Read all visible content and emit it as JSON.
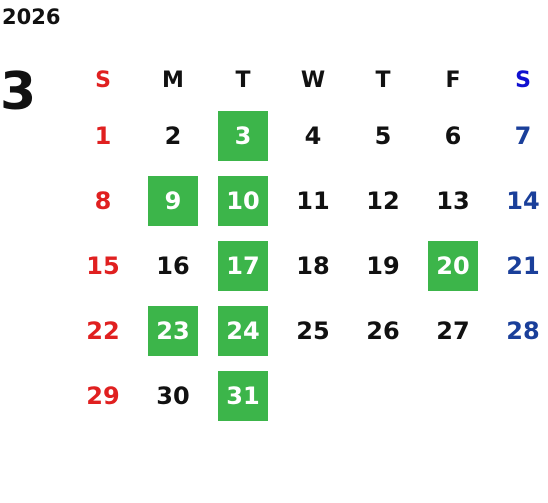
{
  "calendar": {
    "year": "2026",
    "month": "3",
    "weekdays": [
      "S",
      "M",
      "T",
      "W",
      "T",
      "F",
      "S"
    ],
    "start_offset": 0,
    "days": [
      "1",
      "2",
      "3",
      "4",
      "5",
      "6",
      "7",
      "8",
      "9",
      "10",
      "11",
      "12",
      "13",
      "14",
      "15",
      "16",
      "17",
      "18",
      "19",
      "20",
      "21",
      "22",
      "23",
      "24",
      "25",
      "26",
      "27",
      "28",
      "29",
      "30",
      "31"
    ],
    "highlighted_days": [
      "3",
      "9",
      "10",
      "17",
      "20",
      "23",
      "24",
      "31"
    ],
    "colors": {
      "highlight": "#3cb54a",
      "sunday": "#e02020",
      "saturday": "#1a3f9a",
      "saturday_header": "#1010d0"
    }
  }
}
